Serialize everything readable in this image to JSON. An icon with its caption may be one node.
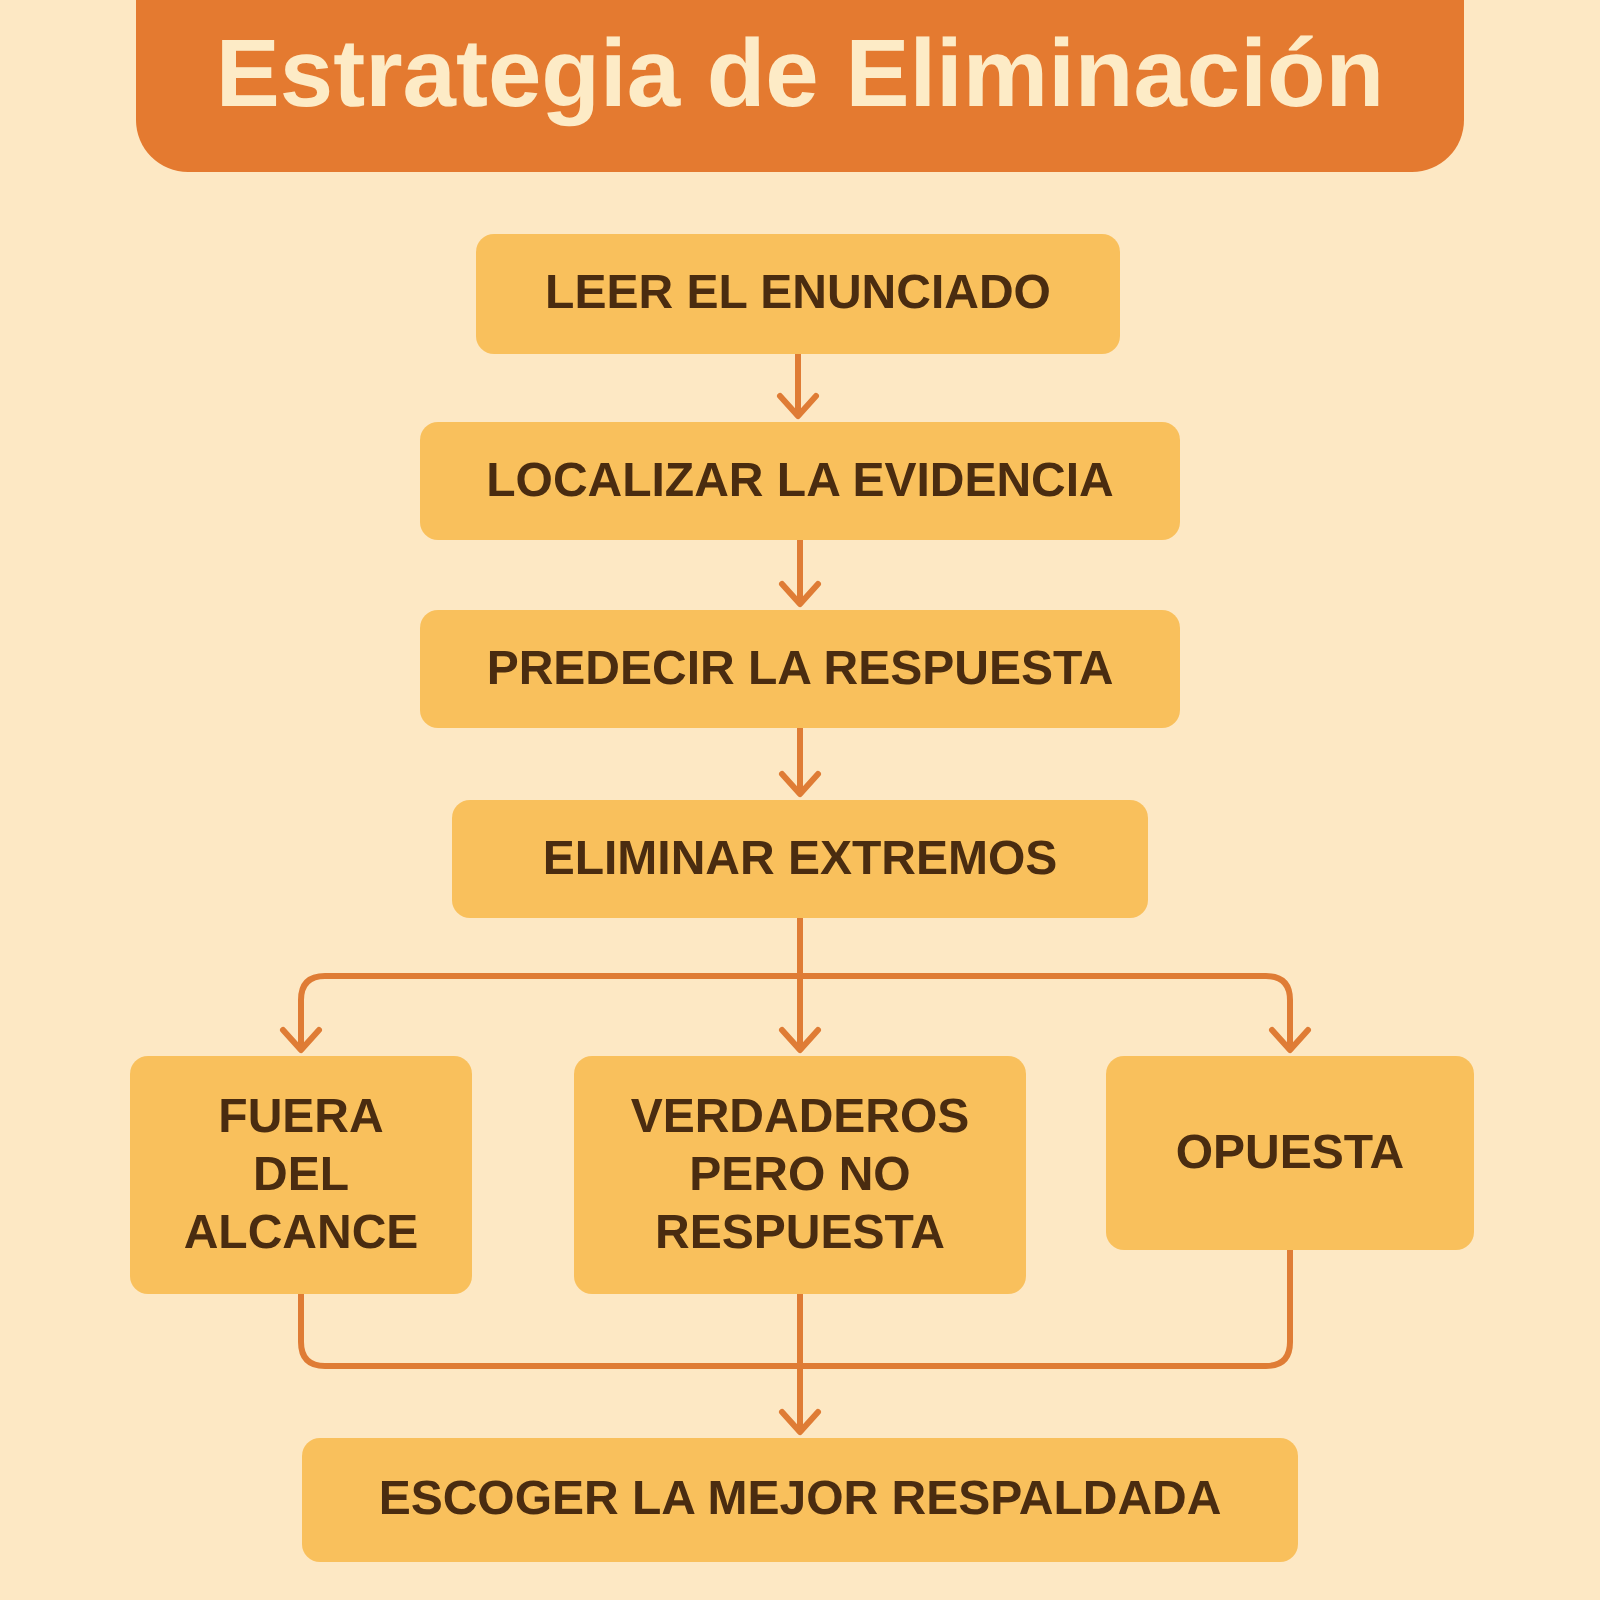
{
  "diagram": {
    "title": "Estrategia de Eliminación",
    "nodes": [
      {
        "text": [
          "LEER EL ENUNCIADO"
        ]
      },
      {
        "text": [
          "LOCALIZAR LA EVIDENCIA"
        ]
      },
      {
        "text": [
          "PREDECIR LA RESPUESTA"
        ]
      },
      {
        "text": [
          "ELIMINAR EXTREMOS"
        ]
      },
      {
        "text": [
          "FUERA DEL ALCANCE"
        ]
      },
      {
        "text": [
          "VERDADEROS PERO NO RESPUESTA"
        ]
      },
      {
        "text": [
          "OPUESTA"
        ]
      },
      {
        "text": [
          "ESCOGER LA MEJOR RESPALDADA"
        ]
      }
    ],
    "edges": [
      {
        "from": 0,
        "to": 1,
        "arrow": "to"
      },
      {
        "from": 1,
        "to": 2,
        "arrow": "to"
      },
      {
        "from": 2,
        "to": 3,
        "arrow": "to"
      },
      {
        "from": 3,
        "to": 4,
        "arrow": "to"
      },
      {
        "from": 3,
        "to": 5,
        "arrow": "to"
      },
      {
        "from": 3,
        "to": 6,
        "arrow": "to"
      },
      {
        "from": 4,
        "to": 7,
        "arrow": "to"
      },
      {
        "from": 5,
        "to": 7,
        "arrow": "to"
      },
      {
        "from": 6,
        "to": 7,
        "arrow": "to"
      }
    ]
  }
}
